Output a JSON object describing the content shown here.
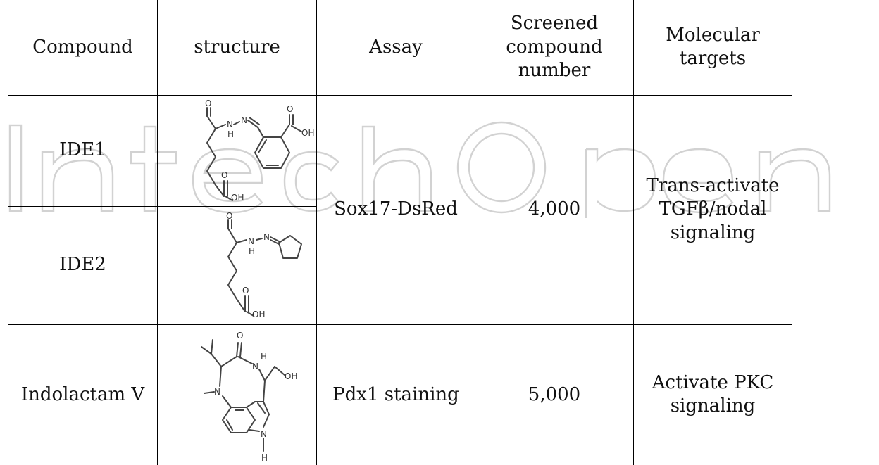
{
  "headers": [
    "Compound",
    "structure",
    "Assay",
    "Screened\ncompound\nnumber",
    "Molecular\ntargets"
  ],
  "rows": [
    {
      "compound": "IDE1",
      "structure": "ide1-structure"
    },
    {
      "compound": "IDE2",
      "structure": "ide2-structure"
    },
    {
      "compound": "Indolactam V",
      "structure": "indolactam-v-structure"
    }
  ],
  "merged": {
    "ide_assay": "Sox17-DsRed",
    "ide_number": "4,000",
    "ide_targets": "Trans-activate\nTGFβ/nodal\nsignaling",
    "ind_assay": "Pdx1 staining",
    "ind_number": "5,000",
    "ind_targets": "Activate PKC\nsignaling"
  },
  "atom_labels": {
    "o": "O",
    "n": "N",
    "h": "H",
    "oh": "OH"
  },
  "colors": {
    "border": "#000000",
    "watermark": "#cfcfcf"
  }
}
